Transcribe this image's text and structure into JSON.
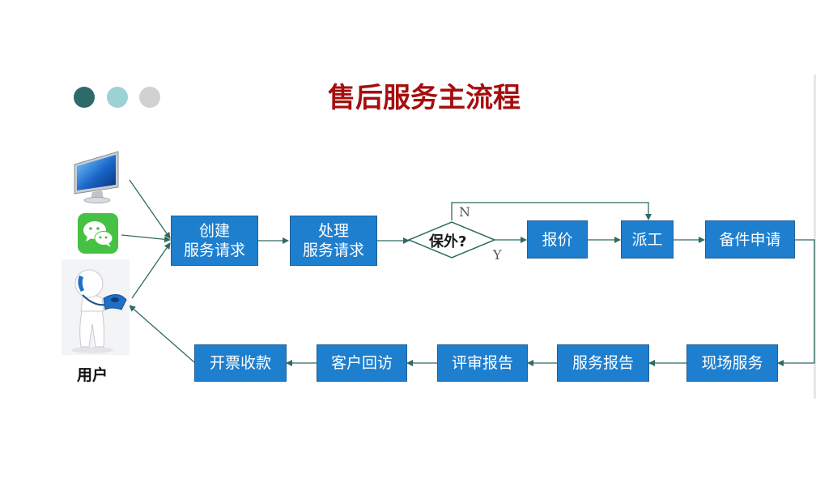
{
  "title": "售后服务主流程",
  "colors": {
    "title": "#a50e0e",
    "box_fill": "#1e7fcf",
    "arrow": "#2f6a63",
    "dot1": "#2f6a6a",
    "dot2": "#9dd2d4",
    "dot3": "#d1d1d1"
  },
  "icons": [
    "computer-monitor-icon",
    "wechat-icon",
    "person-on-phone-icon"
  ],
  "user_label": "用户",
  "steps": {
    "create_request": "创建\n服务请求",
    "handle_request": "处理\n服务请求",
    "quote": "报价",
    "dispatch": "派工",
    "parts_request": "备件申请",
    "onsite_service": "现场服务",
    "service_report": "服务报告",
    "review_report": "评审报告",
    "customer_callback": "客户回访",
    "invoice_payment": "开票收款"
  },
  "decision": {
    "label": "保外?",
    "no": "N",
    "yes": "Y"
  }
}
